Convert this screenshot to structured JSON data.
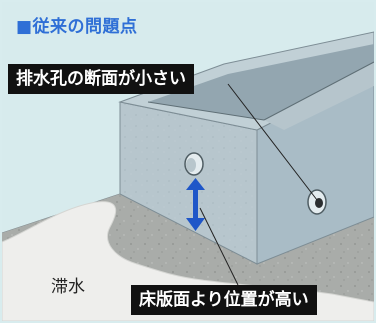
{
  "diagram": {
    "title": "■従来の問題点",
    "callout_outlet": "排水孔の断面が小さい",
    "callout_position": "床版面より位置が高い",
    "water_label": "滞水"
  },
  "colors": {
    "title": "#2f6fd6",
    "background": "#d7ebed",
    "callout_bg": "#111111",
    "callout_text": "#ffffff",
    "arrow": "#1e56c8",
    "floor": "#a9aca9",
    "water": "#eeeeec",
    "structure": "#aebfc8"
  }
}
